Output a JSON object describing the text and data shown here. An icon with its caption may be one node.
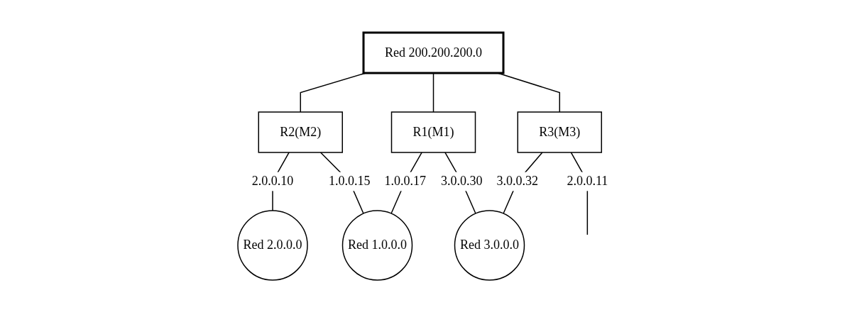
{
  "diagram": {
    "nodes": [
      {
        "text": [
          "Red 200.200.200.0"
        ]
      },
      {
        "text": [
          "R2(M2)"
        ]
      },
      {
        "text": [
          "R1(M1)"
        ]
      },
      {
        "text": [
          "R3(M3)"
        ]
      },
      {
        "text": [
          "Red 2.0.0.0"
        ]
      },
      {
        "text": [
          "Red 1.0.0.0"
        ]
      },
      {
        "text": [
          "Red 3.0.0.0"
        ]
      }
    ],
    "edges": [
      {
        "from": 0,
        "to": 1,
        "arrow": "none"
      },
      {
        "from": 0,
        "to": 2,
        "arrow": "none"
      },
      {
        "from": 0,
        "to": 3,
        "arrow": "none"
      },
      {
        "from": 1,
        "to": 4,
        "arrow": "none",
        "label": "2.0.0.10"
      },
      {
        "from": 1,
        "to": 5,
        "arrow": "none",
        "label": "1.0.0.15"
      },
      {
        "from": 2,
        "to": 5,
        "arrow": "none",
        "label": "1.0.0.17"
      },
      {
        "from": 2,
        "to": 6,
        "arrow": "none",
        "label": "3.0.0.30"
      },
      {
        "from": 3,
        "to": 6,
        "arrow": "none",
        "label": "3.0.0.32"
      },
      {
        "from": 3,
        "to": null,
        "arrow": "none",
        "label": "2.0.0.11"
      }
    ]
  }
}
